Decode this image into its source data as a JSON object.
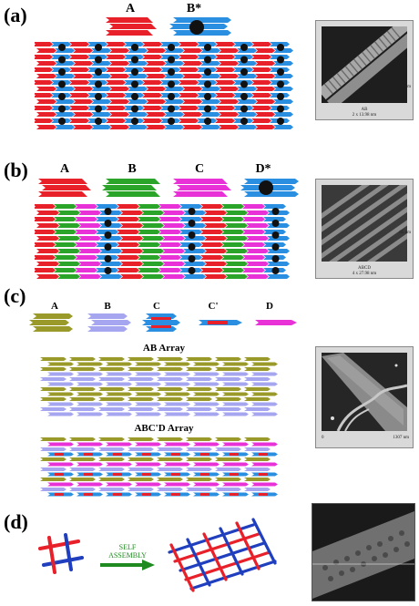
{
  "panels": {
    "a": {
      "label": "(a)",
      "tiles": [
        "A",
        "B*"
      ],
      "afm": {
        "sample": "AB",
        "size": "2 x 13.98 nm",
        "scale": "33 nm"
      }
    },
    "b": {
      "label": "(b)",
      "tiles": [
        "A",
        "B",
        "C",
        "D*"
      ],
      "afm": {
        "sample": "ABCD",
        "size": "4 x 27.98 nm",
        "scale": "65 nm"
      }
    },
    "c": {
      "label": "(c)",
      "tiles": [
        "A",
        "B",
        "C",
        "C'",
        "D"
      ],
      "array1": "AB Array",
      "array2": "ABC'D Array",
      "afm": {
        "axis_start": "0",
        "axis_end": "1307 nm"
      }
    },
    "d": {
      "label": "(d)",
      "arrow_text_1": "SELF",
      "arrow_text_2": "ASSEMBLY"
    }
  },
  "colors": {
    "red": "#e8202a",
    "blue": "#2a8fe0",
    "green": "#2aa52a",
    "magenta": "#e832d8",
    "olive": "#9a9a2a",
    "lavender": "#a6a6f0",
    "dot": "#111111",
    "arrow_green": "#1f8a1f"
  }
}
